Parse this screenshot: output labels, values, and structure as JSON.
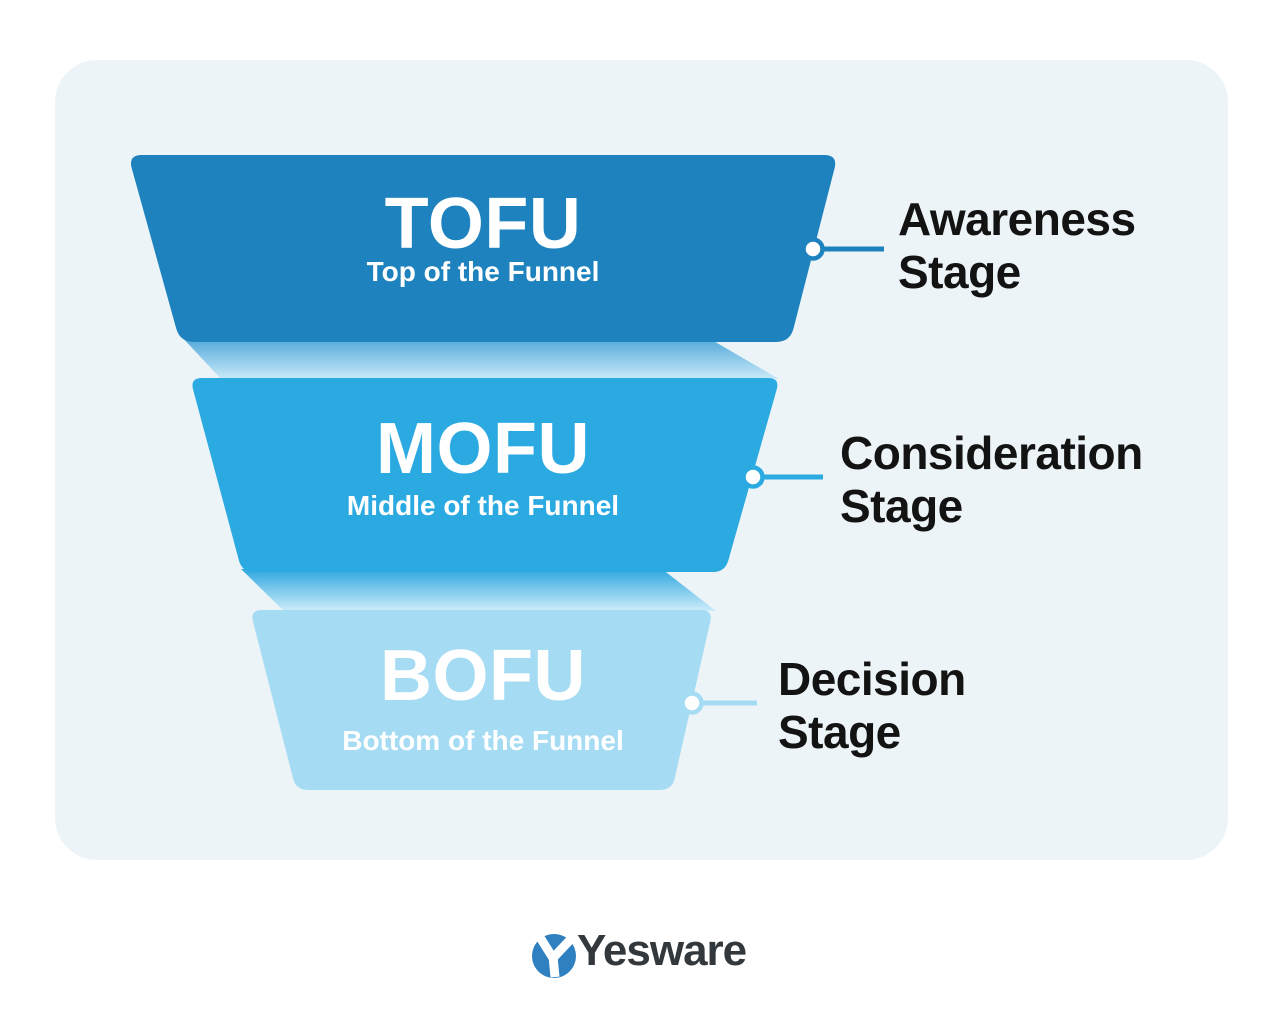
{
  "title": "Sales Funnel Stages Diagram",
  "colors": {
    "page_bg": "#ffffff",
    "card_bg": "#edf4f8",
    "tofu": "#1e82be",
    "mofu": "#2baae2",
    "bofu": "#a5dcf3",
    "transition1_top": "#4aa5d7",
    "transition1_bottom": "#c9e9f9",
    "transition2_top": "#2ea7e0",
    "transition2_bottom": "#cdecf9",
    "label_text": "#131313",
    "funnel_text": "#ffffff",
    "brand_circle": "#2e80c0",
    "brand_text": "#33383d"
  },
  "funnel": {
    "stages": [
      {
        "acronym": "TOFU",
        "name": "Top of the Funnel",
        "stage_line1": "Awareness",
        "stage_line2": "Stage"
      },
      {
        "acronym": "MOFU",
        "name": "Middle of the Funnel",
        "stage_line1": "Consideration",
        "stage_line2": "Stage"
      },
      {
        "acronym": "BOFU",
        "name": "Bottom of the Funnel",
        "stage_line1": "Decision",
        "stage_line2": "Stage"
      }
    ]
  },
  "brand": {
    "name": "Yesware"
  }
}
